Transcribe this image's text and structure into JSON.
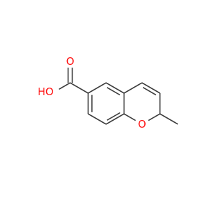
{
  "colors": {
    "bond": "#404040",
    "oxygen": "#ff0d0d"
  },
  "atoms": {
    "ring_oxygen": {
      "label": "O"
    },
    "carbonyl_oxygen": {
      "label": "O"
    },
    "hydroxyl": {
      "label": "HO"
    }
  }
}
